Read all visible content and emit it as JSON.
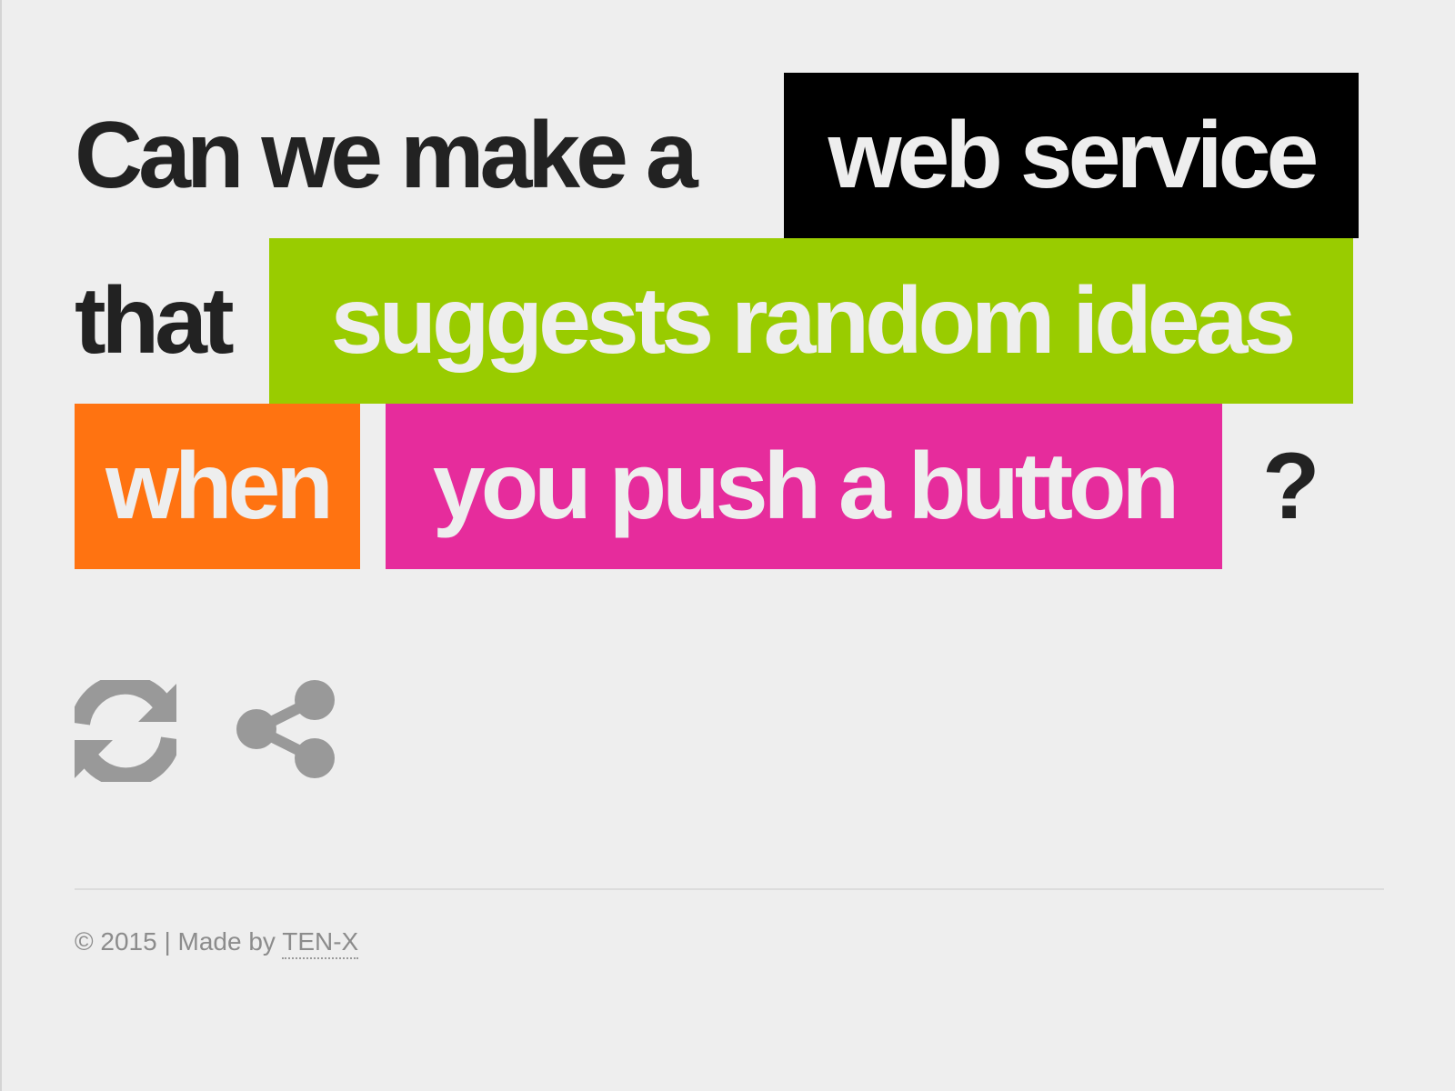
{
  "headline": {
    "prefix": "Can we make a",
    "service": "web service",
    "connector": "that",
    "action": "suggests random ideas",
    "timing": "when",
    "trigger": "you push a button",
    "question_mark": "?"
  },
  "colors": {
    "page_background": "#eeeeee",
    "text": "#222222",
    "service_tag": "#000000",
    "action_tag": "#99cc00",
    "timing_tag": "#ff7311",
    "trigger_tag": "#e62c9c",
    "icon": "#999999",
    "footer_text": "#8c8c8c"
  },
  "actions": {
    "refresh_icon": "refresh-icon",
    "share_icon": "share-icon"
  },
  "footer": {
    "copyright": "© 2015 | Made by",
    "author_link": "TEN-X"
  }
}
